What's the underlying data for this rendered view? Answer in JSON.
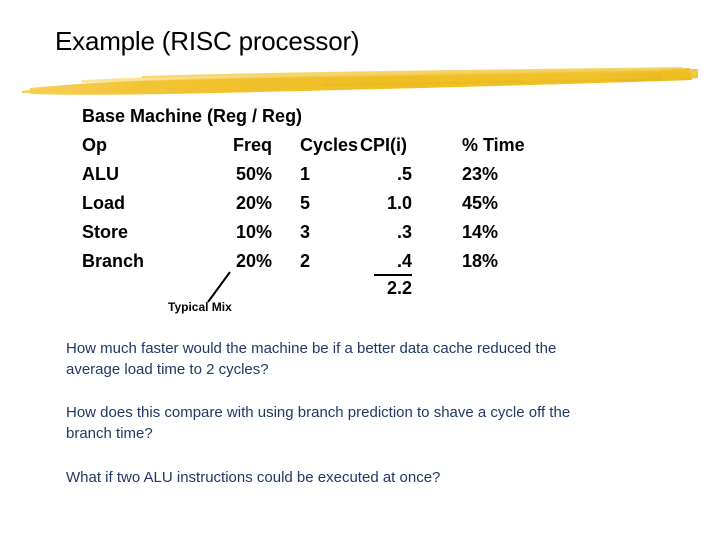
{
  "slide": {
    "title": "Example (RISC processor)",
    "background_color": "#ffffff",
    "title_color": "#000000",
    "body_text_color": "#1f3864",
    "divider_color": "#f2c12e"
  },
  "table": {
    "caption": "Base Machine (Reg / Reg)",
    "headers": {
      "op": "Op",
      "freq": "Freq",
      "cycles": "Cycles",
      "cpi": "CPI(i)",
      "time": "% Time"
    },
    "rows": [
      {
        "op": "ALU",
        "freq": "50%",
        "cycles": "1",
        "cpi": ".5",
        "time": "23%"
      },
      {
        "op": "Load",
        "freq": "20%",
        "cycles": "5",
        "cpi": "1.0",
        "time": "45%"
      },
      {
        "op": "Store",
        "freq": "10%",
        "cycles": "3",
        "cpi": ".3",
        "time": "14%"
      },
      {
        "op": "Branch",
        "freq": "20%",
        "cycles": "2",
        "cpi": ".4",
        "time": "18%"
      }
    ],
    "total_cpi": "2.2",
    "annotation": "Typical Mix"
  },
  "body": {
    "paragraphs": [
      "How much faster would the machine be if a better data cache reduced the average load time to 2 cycles?",
      "How does this compare with using branch prediction to shave a cycle off the branch time?",
      "What if two ALU instructions could be executed at once?"
    ]
  }
}
